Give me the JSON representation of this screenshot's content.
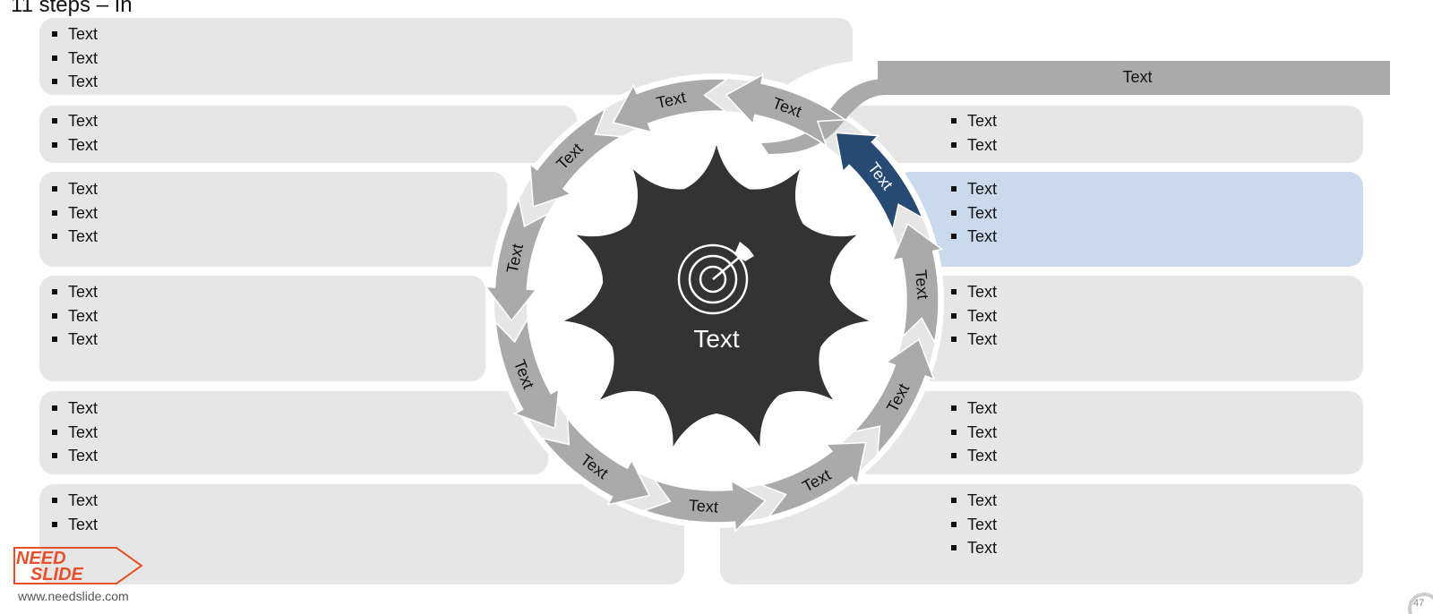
{
  "title": "11 steps – In",
  "center": {
    "label": "Text",
    "icon": "target-arrow-icon"
  },
  "top_bar": {
    "label": "Text"
  },
  "arrows": [
    "Text",
    "Text",
    "Text",
    "Text",
    "Text",
    "Text",
    "Text",
    "Text",
    "Text",
    "Text",
    "Text"
  ],
  "left_panels": [
    {
      "items": [
        "Text",
        "Text",
        "Text"
      ]
    },
    {
      "items": [
        "Text",
        "Text"
      ]
    },
    {
      "items": [
        "Text",
        "Text",
        "Text"
      ]
    },
    {
      "items": [
        "Text",
        "Text",
        "Text"
      ]
    },
    {
      "items": [
        "Text",
        "Text",
        "Text"
      ]
    },
    {
      "items": [
        "Text",
        "Text"
      ]
    }
  ],
  "right_panels": [
    {
      "items": [
        "Text",
        "Text"
      ]
    },
    {
      "items": [
        "Text",
        "Text",
        "Text"
      ],
      "highlight": true
    },
    {
      "items": [
        "Text",
        "Text",
        "Text"
      ]
    },
    {
      "items": [
        "Text",
        "Text",
        "Text"
      ]
    },
    {
      "items": [
        "Text",
        "Text",
        "Text"
      ]
    }
  ],
  "logo": {
    "text_top": "NEED",
    "text_bottom": "SLIDE",
    "url": "www.needslide.com"
  },
  "page_number": "47",
  "colors": {
    "panel": "#e6e6e6",
    "highlight_panel": "#cadaec",
    "arrow": "#aaaaaa",
    "active_arrow": "#264a73",
    "star": "#333333",
    "top_bar": "#aaaaaa"
  }
}
